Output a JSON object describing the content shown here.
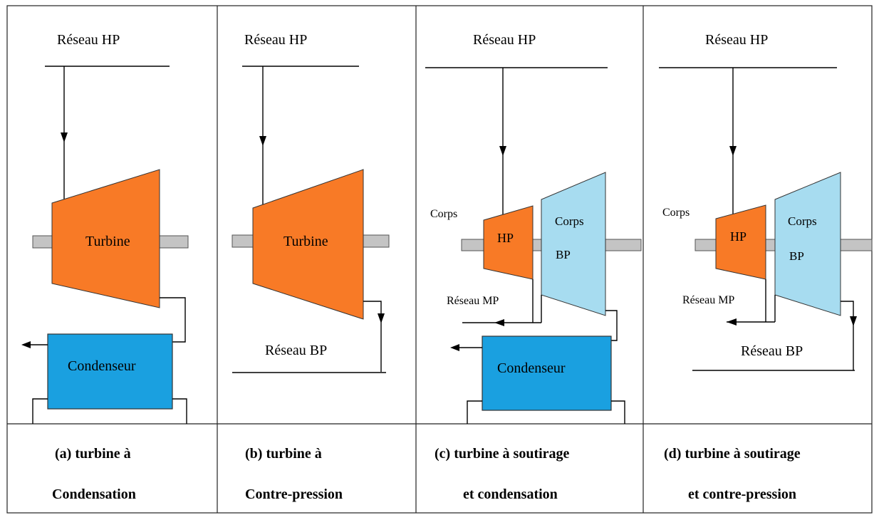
{
  "panels": [
    {
      "network_hp": "Réseau HP",
      "turbine": "Turbine",
      "condenser": "Condenseur",
      "caption_line1": "(a) turbine à",
      "caption_line2": "Condensation"
    },
    {
      "network_hp": "Réseau HP",
      "turbine": "Turbine",
      "network_bp": "Réseau BP",
      "caption_line1": "(b) turbine à",
      "caption_line2": "Contre-pression"
    },
    {
      "network_hp": "Réseau HP",
      "corps": "Corps",
      "hp": "HP",
      "corps_bp_1": "Corps",
      "corps_bp_2": "BP",
      "network_mp": "Réseau MP",
      "condenser": "Condenseur",
      "caption_line1": "(c) turbine à  soutirage",
      "caption_line2": "et condensation"
    },
    {
      "network_hp": "Réseau HP",
      "corps": "Corps",
      "hp": "HP",
      "corps_bp_1": "Corps",
      "corps_bp_2": "BP",
      "network_mp": "Réseau MP",
      "network_bp": "Réseau BP",
      "caption_line1": "(d) turbine à  soutirage",
      "caption_line2": "et contre-pression"
    }
  ]
}
